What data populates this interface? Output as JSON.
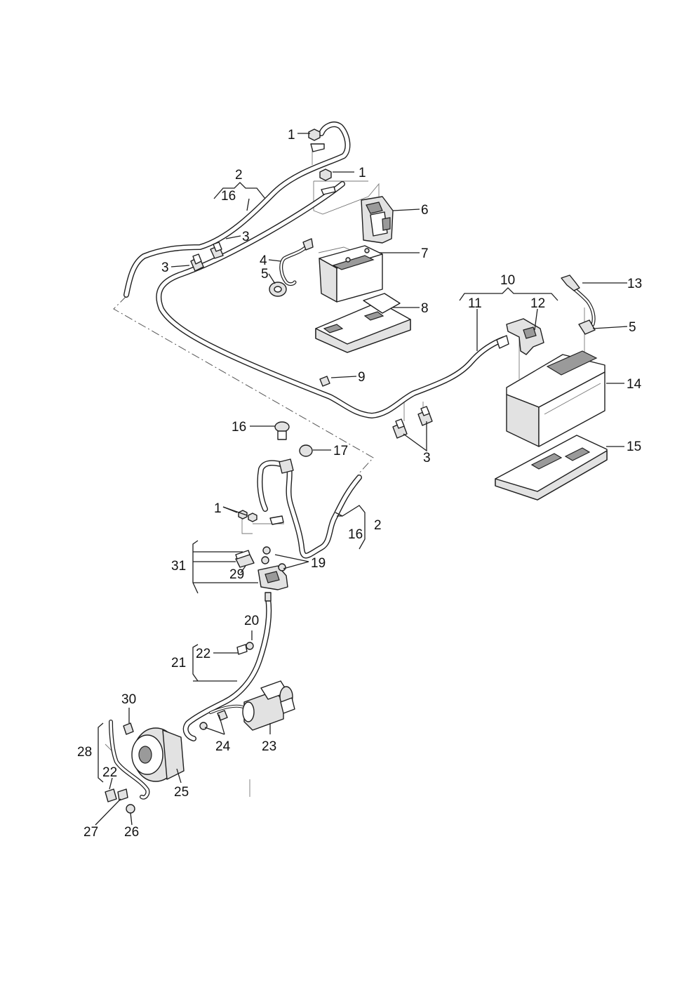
{
  "callouts": [
    {
      "key": "c1a",
      "text": "1"
    },
    {
      "key": "c1b",
      "text": "1"
    },
    {
      "key": "c2a",
      "text": "2"
    },
    {
      "key": "c16a",
      "text": "16"
    },
    {
      "key": "c3a",
      "text": "3"
    },
    {
      "key": "c3b",
      "text": "3"
    },
    {
      "key": "c4",
      "text": "4"
    },
    {
      "key": "c5a",
      "text": "5"
    },
    {
      "key": "c6",
      "text": "6"
    },
    {
      "key": "c7",
      "text": "7"
    },
    {
      "key": "c8",
      "text": "8"
    },
    {
      "key": "c9",
      "text": "9"
    },
    {
      "key": "c10",
      "text": "10"
    },
    {
      "key": "c11",
      "text": "11"
    },
    {
      "key": "c12",
      "text": "12"
    },
    {
      "key": "c13",
      "text": "13"
    },
    {
      "key": "c5b",
      "text": "5"
    },
    {
      "key": "c14",
      "text": "14"
    },
    {
      "key": "c15",
      "text": "15"
    },
    {
      "key": "c3c",
      "text": "3"
    },
    {
      "key": "c16b",
      "text": "16"
    },
    {
      "key": "c17",
      "text": "17"
    },
    {
      "key": "c1c",
      "text": "1"
    },
    {
      "key": "c16c",
      "text": "16"
    },
    {
      "key": "c2b",
      "text": "2"
    },
    {
      "key": "c31",
      "text": "31"
    },
    {
      "key": "c29",
      "text": "29"
    },
    {
      "key": "c19",
      "text": "19"
    },
    {
      "key": "c20",
      "text": "20"
    },
    {
      "key": "c21",
      "text": "21"
    },
    {
      "key": "c22a",
      "text": "22"
    },
    {
      "key": "c30",
      "text": "30"
    },
    {
      "key": "c28",
      "text": "28"
    },
    {
      "key": "c22b",
      "text": "22"
    },
    {
      "key": "c24",
      "text": "24"
    },
    {
      "key": "c23",
      "text": "23"
    },
    {
      "key": "c25",
      "text": "25"
    },
    {
      "key": "c27",
      "text": "27"
    },
    {
      "key": "c26",
      "text": "26"
    }
  ]
}
